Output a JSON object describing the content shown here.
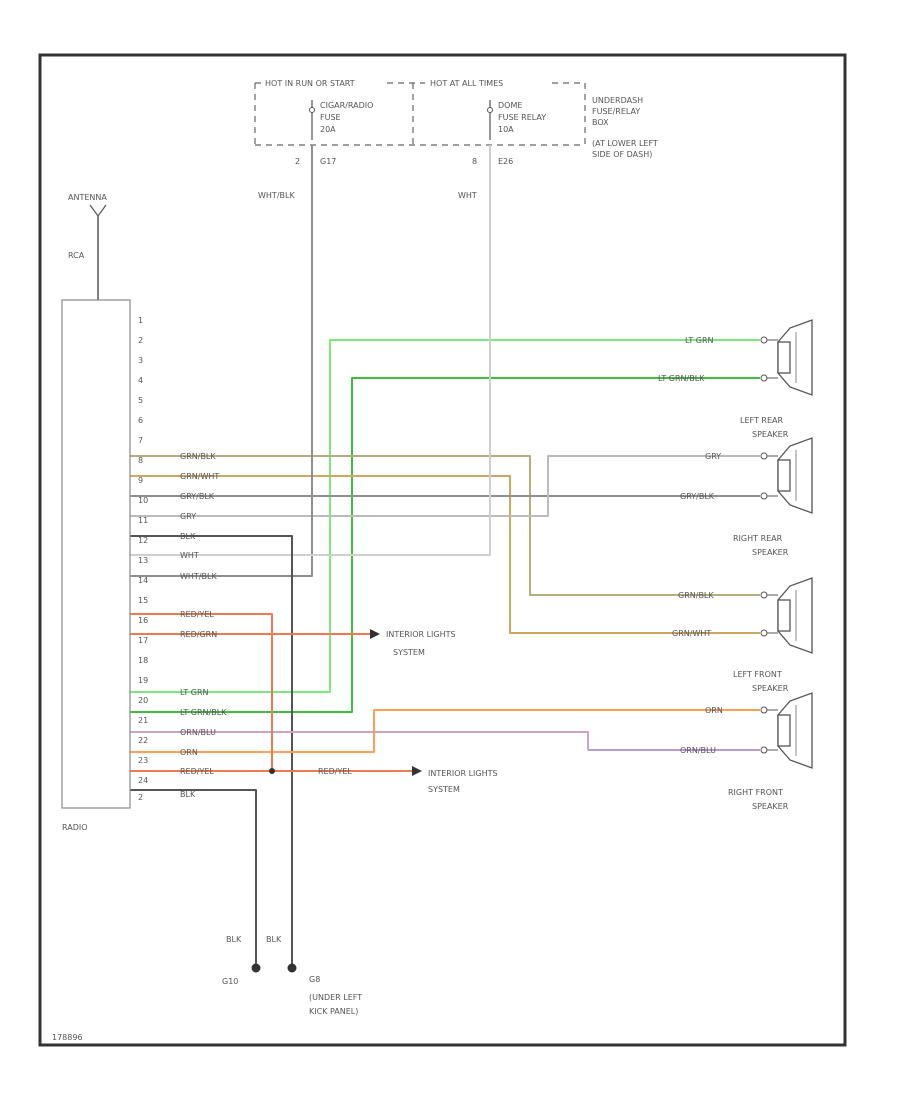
{
  "header": {
    "hot_run_start": "HOT IN RUN OR START",
    "hot_at_all_times": "HOT AT ALL TIMES",
    "fuse_left": [
      "CIGAR/RADIO",
      "FUSE",
      "20A"
    ],
    "fuse_right": [
      "DOME",
      "FUSE RELAY",
      "10A"
    ],
    "fuse_box": [
      "UNDERDASH",
      "FUSE/RELAY",
      "BOX",
      "(AT LOWER LEFT",
      "SIDE OF DASH)"
    ],
    "pin_left": "2",
    "circuit_left": "G17",
    "pin_right": "8",
    "circuit_right": "E26",
    "wire_left": "WHT/BLK",
    "wire_right": "WHT"
  },
  "antenna": {
    "label": "ANTENNA",
    "wire": "RCA"
  },
  "radio": {
    "label": "RADIO",
    "pins": [
      "1",
      "2",
      "3",
      "4",
      "5",
      "6",
      "7",
      "8",
      "9",
      "10",
      "11",
      "12",
      "13",
      "14",
      "15",
      "16",
      "17",
      "18",
      "19",
      "20",
      "21",
      "22",
      "23",
      "24",
      "2"
    ]
  },
  "radio_wires": [
    "GRN/BLK",
    "GRN/WHT",
    "GRY/BLK",
    "GRY",
    "BLK",
    "WHT",
    "WHT/BLK",
    "RED/YEL",
    "RED/GRN",
    "LT GRN",
    "LT GRN/BLK",
    "ORN/BLU",
    "ORN",
    "RED/YEL",
    "BLK"
  ],
  "speaker_wires": [
    "LT GRN",
    "LT GRN/BLK",
    "GRY",
    "GRY/BLK",
    "GRN/BLK",
    "GRN/WHT",
    "ORN",
    "ORN/BLU"
  ],
  "speakers": {
    "left_rear": [
      "LEFT REAR",
      "SPEAKER"
    ],
    "right_rear": [
      "RIGHT REAR",
      "SPEAKER"
    ],
    "left_front": [
      "LEFT FRONT",
      "SPEAKER"
    ],
    "right_front": [
      "RIGHT FRONT",
      "SPEAKER"
    ]
  },
  "interior_lights": [
    "INTERIOR LIGHTS",
    "SYSTEM"
  ],
  "mid_label": "RED/YEL",
  "grounds": {
    "wire_1": "BLK",
    "wire_2": "BLK",
    "g1": "G10",
    "g2": "G8",
    "location": [
      "(UNDER LEFT",
      "KICK PANEL)"
    ]
  },
  "figure_code": "178896",
  "colors": {
    "lt_grn": "#7de87d",
    "lt_grn_blk": "#3cc03c",
    "grn_blk": "#b4ad7e",
    "grn_wht": "#cca860",
    "gry": "#bbbbbb",
    "gry_blk": "#8f8f8f",
    "blk": "#555555",
    "orn": "#ff9f55",
    "red": "#f07a4f",
    "orn_blu": "#d2a2c4",
    "purple": "#ba9ad6",
    "wht": "#cfcfcf"
  }
}
